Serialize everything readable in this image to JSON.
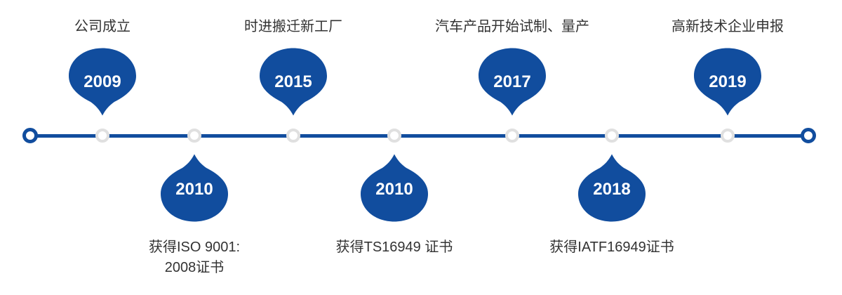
{
  "colors": {
    "primary": "#114d9e",
    "node_border": "#e0e0e0",
    "label_text": "#333333",
    "year_text": "#ffffff",
    "background": "#ffffff"
  },
  "timeline": {
    "top_items": [
      {
        "year": "2009",
        "label": "公司成立"
      },
      {
        "year": "2015",
        "label": "时进搬迁新工厂"
      },
      {
        "year": "2017",
        "label": "汽车产品开始试制、量产"
      },
      {
        "year": "2019",
        "label": "高新技术企业申报"
      }
    ],
    "bottom_items": [
      {
        "year": "2010",
        "label_lines": [
          "获得ISO 9001:",
          "2008证书"
        ]
      },
      {
        "year": "2010",
        "label_lines": [
          "获得TS16949 证书"
        ]
      },
      {
        "year": "2018",
        "label_lines": [
          "获得IATF16949证书"
        ]
      }
    ]
  }
}
